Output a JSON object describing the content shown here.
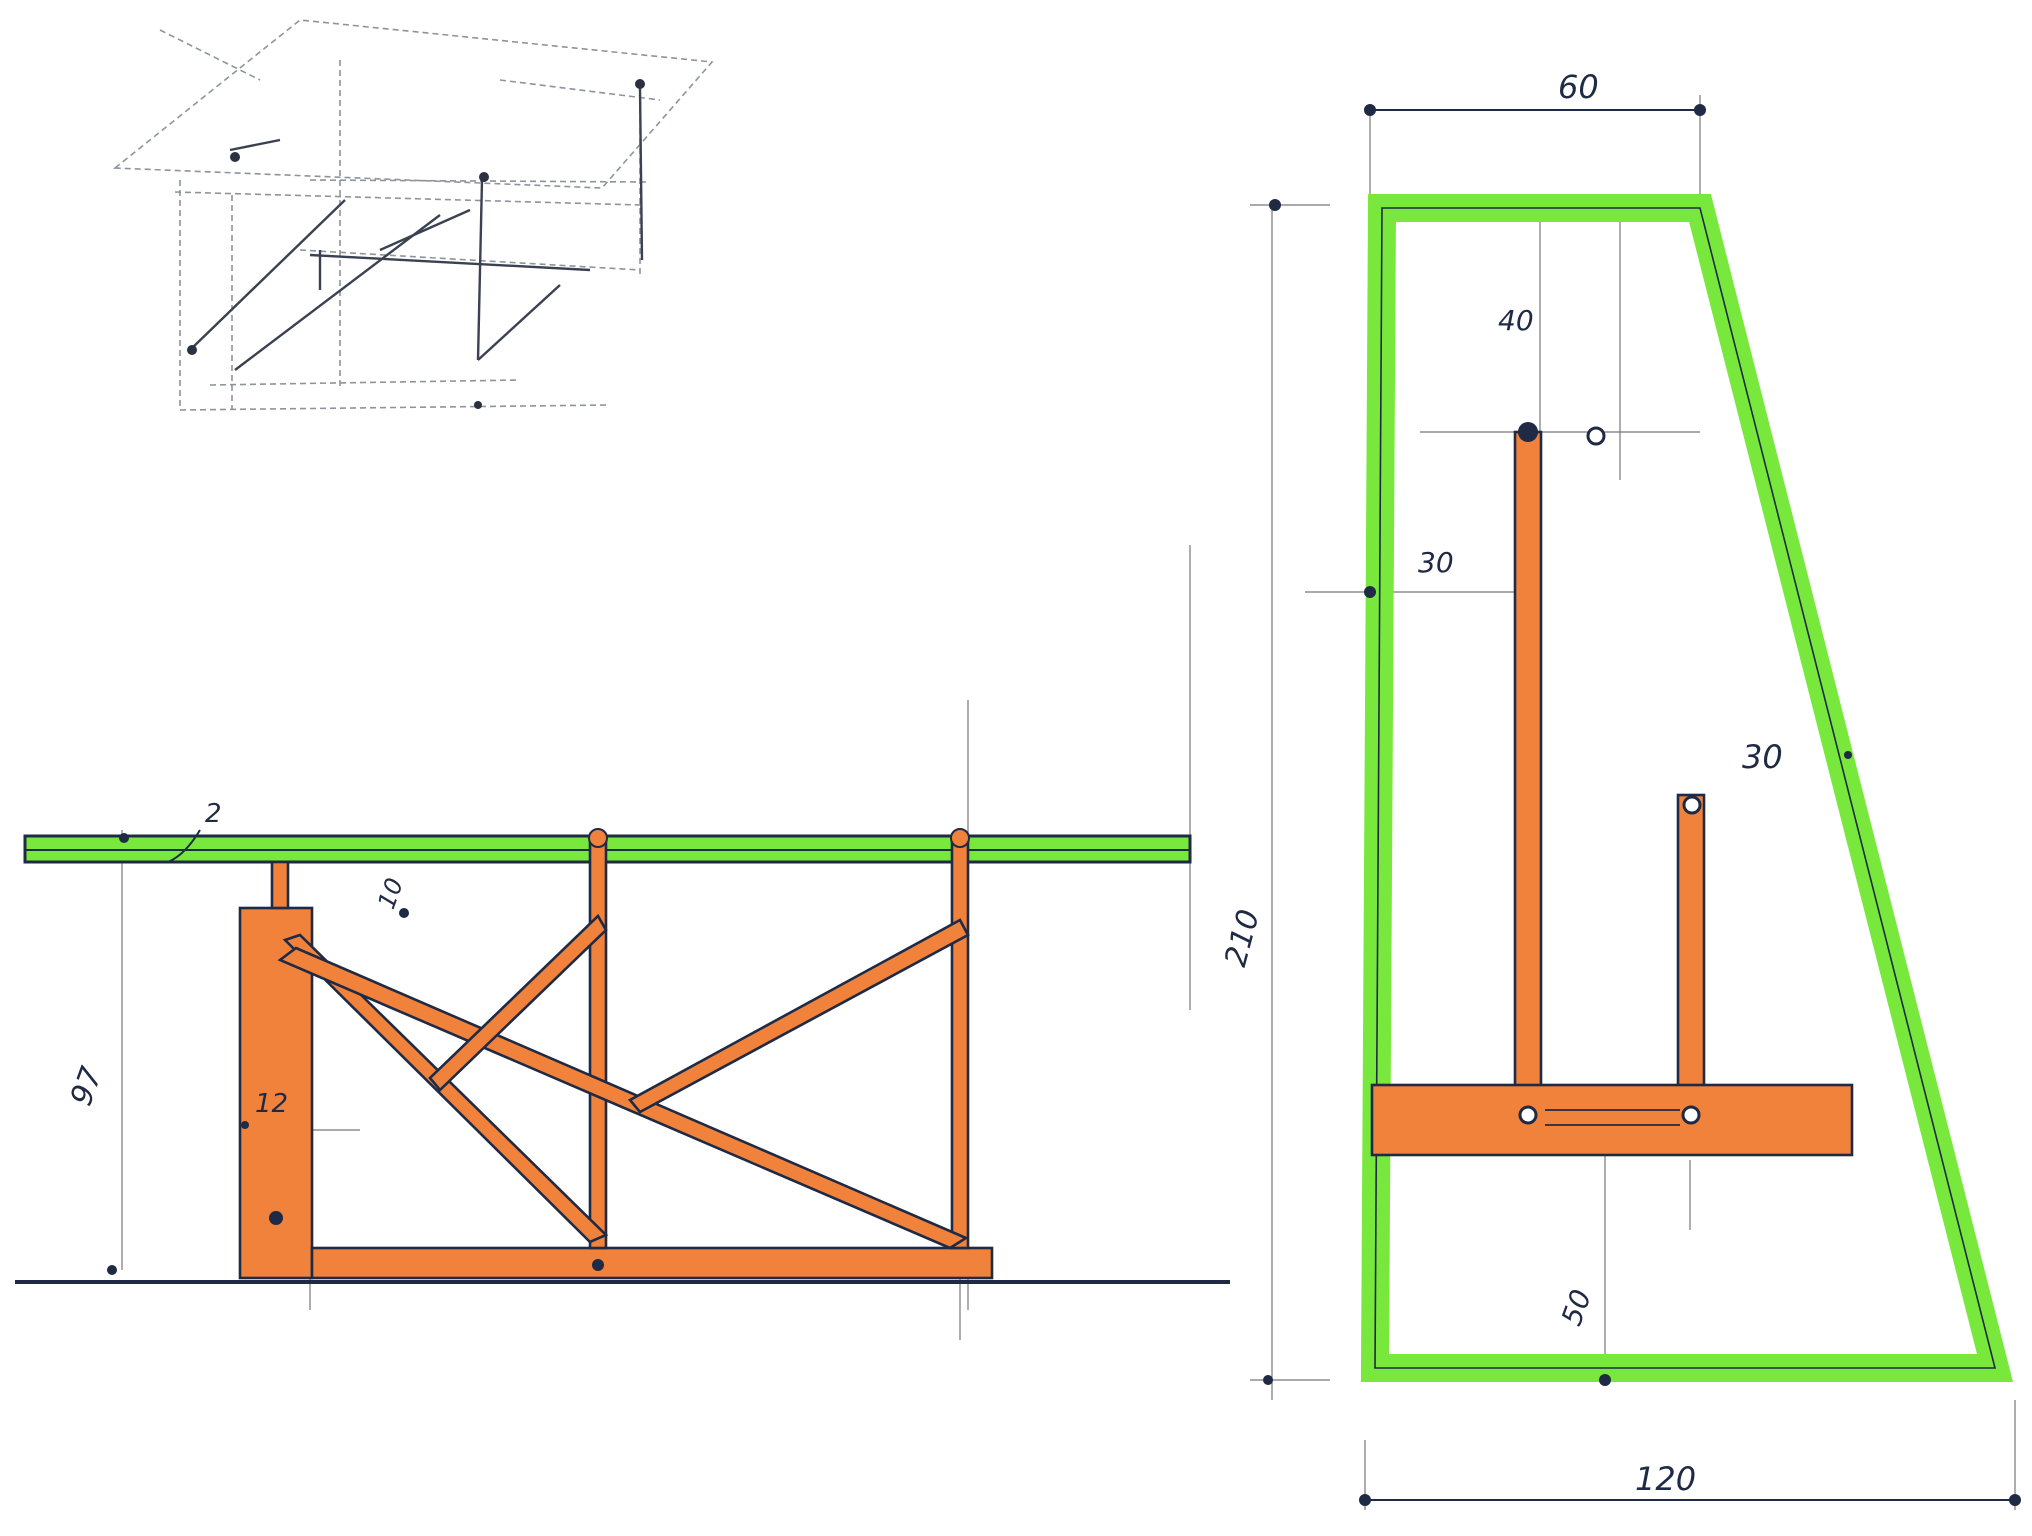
{
  "colors": {
    "paper": "#ffffff",
    "ink": "#1f2a44",
    "pencil": "#9aa0a8",
    "green_highlight": "#78e83c",
    "orange_highlight": "#f0823c"
  },
  "sketch": {
    "name": "perspective-sketch"
  },
  "side_view": {
    "dims": {
      "top_thickness": "2",
      "top_gap": "10",
      "height": "97",
      "post_width": "12"
    }
  },
  "end_view": {
    "dims": {
      "top_width": "60",
      "overall_height": "210",
      "upper_segment": "40",
      "mid_segment": "30",
      "short_post": "30",
      "base_clearance": "50",
      "bottom_width": "120"
    }
  }
}
